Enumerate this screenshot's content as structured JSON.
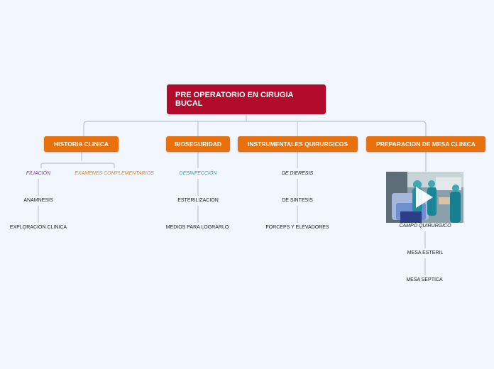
{
  "root": {
    "title": "PRE OPERATORIO EN CIRUGIA BUCAL"
  },
  "branches": [
    {
      "label": "HISTORIA CLINICA",
      "children": [
        {
          "label": "FILIACIÓN",
          "color": "#7a3fb0",
          "style": "italic"
        },
        {
          "label": "EXAMENES COMPLEMENTARIOS",
          "color": "#e8851a",
          "style": "italic"
        },
        {
          "label": "ANAMNESIS",
          "color": "#222222",
          "style": "normal"
        },
        {
          "label": "EXPLORACIÓN CLINICA",
          "color": "#222222",
          "style": "normal"
        }
      ]
    },
    {
      "label": "BIOSEGURIDAD",
      "children": [
        {
          "label": "DESINFECCIÓN",
          "color": "#2aa7c9",
          "style": "italic"
        },
        {
          "label": "ESTERILIZACIÓN",
          "color": "#222222",
          "style": "normal"
        },
        {
          "label": "MEDIOS PARA LOGRARLO",
          "color": "#222222",
          "style": "normal"
        }
      ]
    },
    {
      "label": "INSTRUMENTALES QUIRURGICOS",
      "children": [
        {
          "label": "DE DIERESIS",
          "color": "#222222",
          "style": "italic"
        },
        {
          "label": "DE SINTESIS",
          "color": "#222222",
          "style": "normal"
        },
        {
          "label": "FORCEPS Y ELEVADORES",
          "color": "#222222",
          "style": "normal"
        }
      ]
    },
    {
      "label": "PREPARACION DE MESA CLINICA",
      "children": [
        {
          "label": "CAMPO QUIRURGICO",
          "color": "#222222",
          "style": "italic"
        },
        {
          "label": "MESA ESTERIL",
          "color": "#222222",
          "style": "normal"
        },
        {
          "label": "MESA SEPTICA",
          "color": "#222222",
          "style": "normal"
        }
      ]
    }
  ],
  "media": {
    "icon": "play-icon"
  }
}
